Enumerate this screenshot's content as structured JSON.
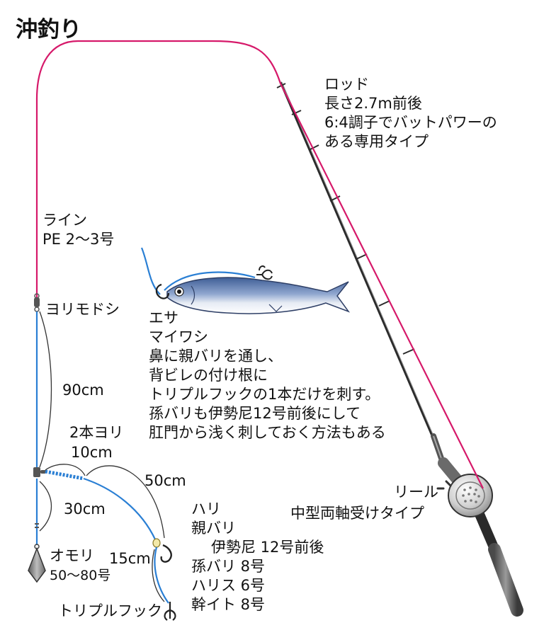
{
  "title": "沖釣り",
  "rod": {
    "heading": "ロッド",
    "lines": [
      "長さ2.7m前後",
      "6:4調子でバットパワーの",
      "ある専用タイプ"
    ]
  },
  "line": {
    "heading": "ライン",
    "spec": "PE 2〜3号"
  },
  "swivel": "ヨリモドシ",
  "bait": {
    "heading": "エサ",
    "lines": [
      "マイワシ",
      "鼻に親バリを通し、",
      "背ビレの付け根に",
      "トリプルフックの1本だけを刺す。",
      "孫バリも伊勢尼12号前後にして",
      "肛門から浅く刺しておく方法もある"
    ]
  },
  "dimensions": {
    "d90": "90cm",
    "twist_heading": "2本ヨリ",
    "twist_len": "10cm",
    "d50": "50cm",
    "d30": "30cm",
    "d15": "15cm"
  },
  "reel": {
    "heading": "リール",
    "spec": "中型両軸受けタイプ"
  },
  "sinker": {
    "heading": "オモリ",
    "spec": "50〜80号"
  },
  "hook": {
    "heading": "ハリ",
    "main_label": "親バリ",
    "main_spec": "伊勢尼 12号前後",
    "trailer": "孫バリ 8号",
    "leader": "ハリス 6号",
    "trunk": "幹イト 8号"
  },
  "triple_hook": "トリプルフック",
  "colors": {
    "main_line": "#d6196a",
    "leader_line": "#2a7fd4",
    "rod_dark": "#2b2b2b",
    "reel_silver": "#c8c8c8",
    "fish_blue": "#5f7fb3",
    "sinker_gray": "#8a8a8a"
  }
}
